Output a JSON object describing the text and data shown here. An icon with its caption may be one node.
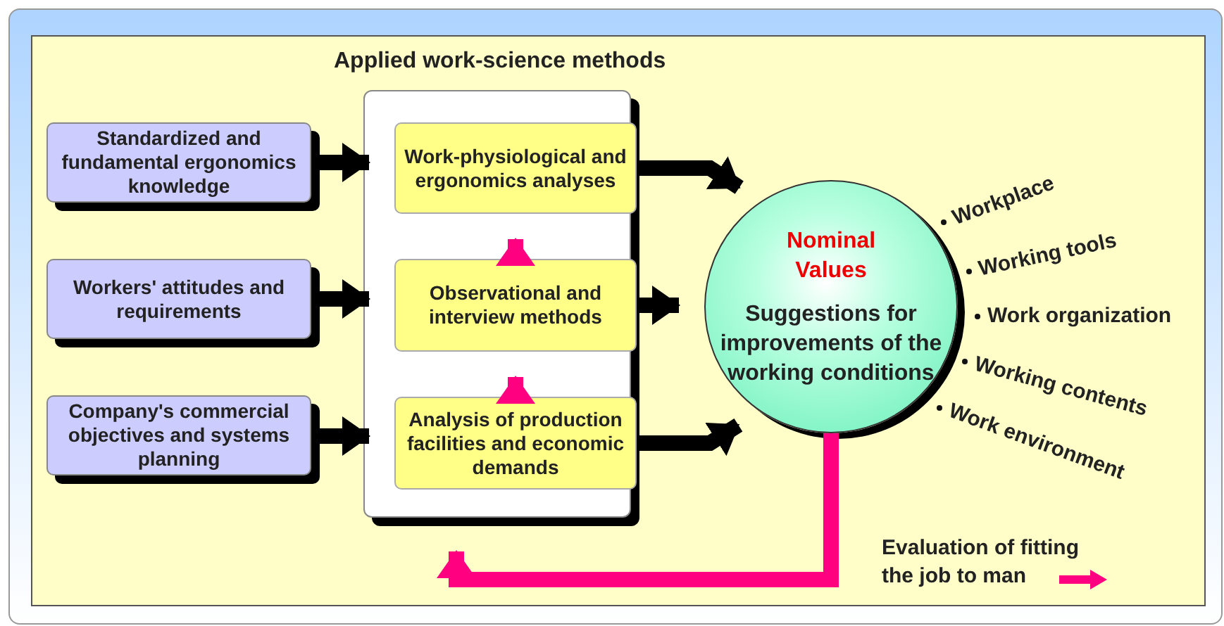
{
  "diagram": {
    "nodes": [
      {
        "text": [
          "Standardized and fundamental ergonomics knowledge"
        ]
      },
      {
        "text": [
          "Workers' attitudes and requirements"
        ]
      },
      {
        "text": [
          "Company's commercial objectives and systems planning"
        ]
      },
      {
        "text": [
          "Applied work-science methods"
        ]
      },
      {
        "text": [
          "Work-physiological and ergonomics analyses"
        ],
        "in": 3
      },
      {
        "text": [
          "Observational and interview methods"
        ],
        "in": 3
      },
      {
        "text": [
          "Analysis of production facilities and economic demands"
        ],
        "in": 3
      },
      {
        "text": [
          "Nominal Values",
          "Suggestions for improvements of the working conditions"
        ]
      }
    ],
    "edges": [
      {
        "from": 0,
        "to": 4,
        "arrow": "to"
      },
      {
        "from": 1,
        "to": 5,
        "arrow": "to"
      },
      {
        "from": 2,
        "to": 6,
        "arrow": "to"
      },
      {
        "from": 6,
        "to": 5,
        "arrow": "to",
        "color": "#ff0080"
      },
      {
        "from": 5,
        "to": 4,
        "arrow": "to",
        "color": "#ff0080"
      },
      {
        "from": 4,
        "to": 7,
        "arrow": "to"
      },
      {
        "from": 5,
        "to": 7,
        "arrow": "to"
      },
      {
        "from": 6,
        "to": 7,
        "arrow": "to"
      },
      {
        "from": 7,
        "to": 3,
        "arrow": "to",
        "color": "#ff0080"
      }
    ],
    "labels": [
      "Workplace",
      "Working tools",
      "Work organization",
      "Working contents",
      "Work environment"
    ],
    "legend": [
      {
        "text": "Evaluation of fitting the job to man"
      }
    ]
  }
}
